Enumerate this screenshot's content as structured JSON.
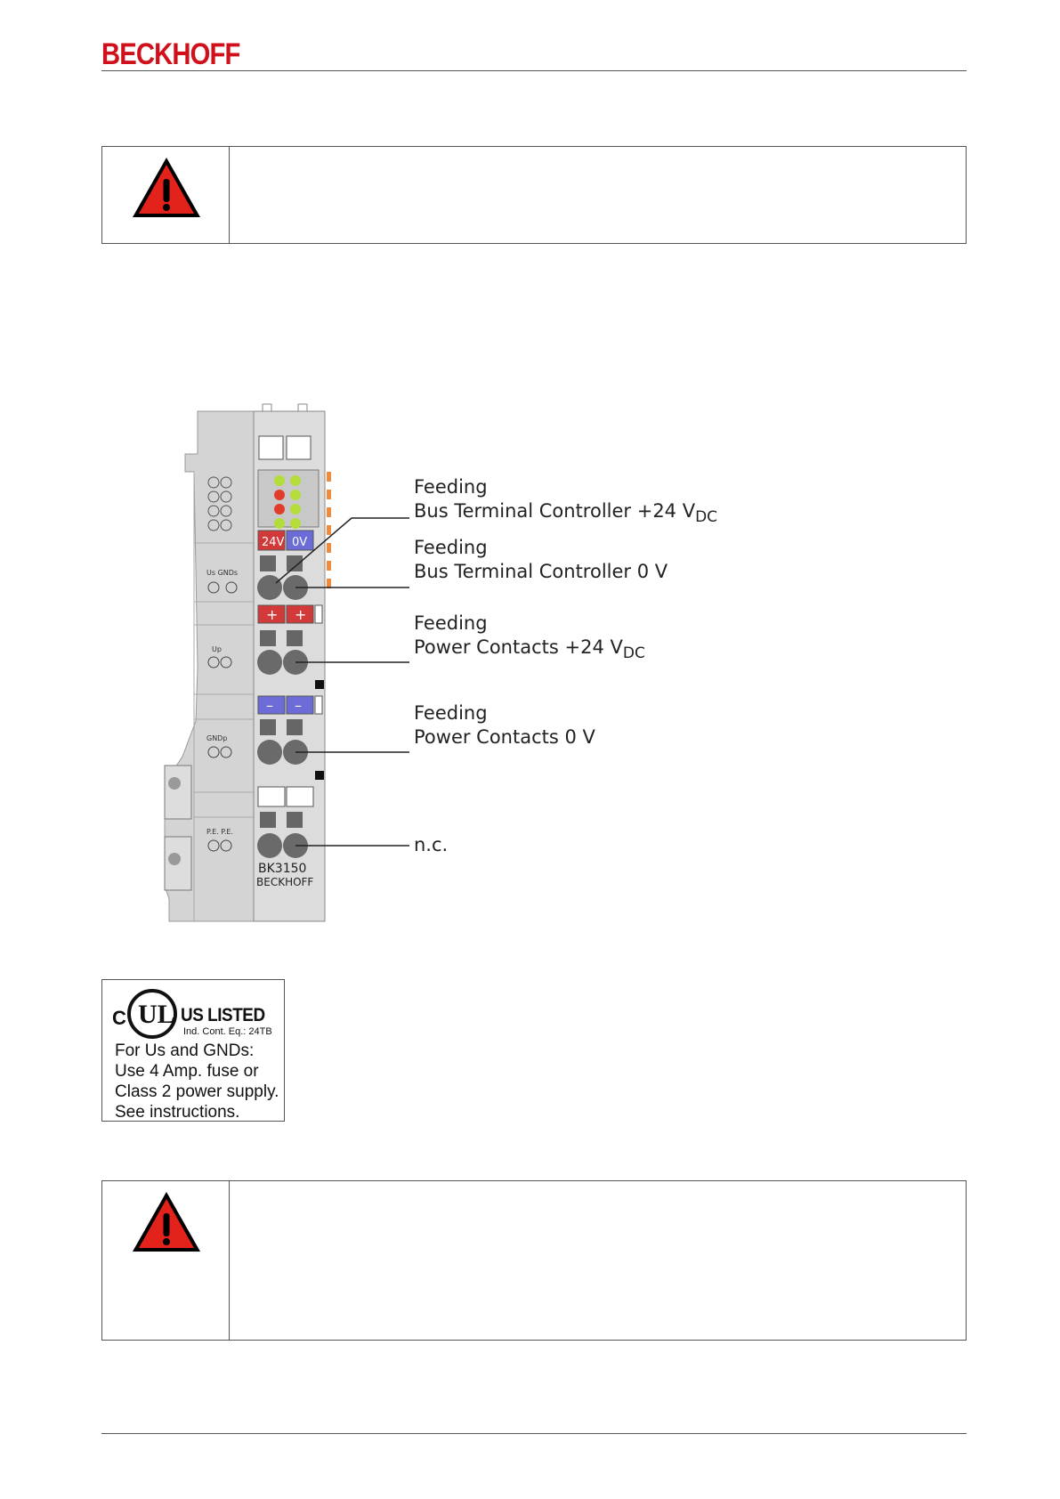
{
  "header": {
    "logo_text": "BECKHOFF"
  },
  "warnings": [
    {
      "icon": "warning-triangle-icon",
      "text": ""
    },
    {
      "icon": "warning-triangle-icon",
      "text": ""
    }
  ],
  "figure": {
    "callouts": [
      {
        "line1": "Feeding",
        "line2": "Bus Terminal Controller +24 V",
        "sub": "DC"
      },
      {
        "line1": "Feeding",
        "line2": "Bus Terminal Controller 0 V",
        "sub": ""
      },
      {
        "line1": "Feeding",
        "line2": "Power Contacts  +24 V",
        "sub": "DC"
      },
      {
        "line1": "Feeding",
        "line2": "Power Contacts  0 V",
        "sub": ""
      },
      {
        "line1": "n.c.",
        "line2": "",
        "sub": ""
      }
    ],
    "terminal_labels": {
      "supply_plus": "24V",
      "supply_zero": "0V",
      "us": "Us",
      "gnds": "GNDs",
      "up": "Up",
      "gndp": "GNDp",
      "pe1": "P.E.",
      "pe2": "P.E.",
      "model": "BK3150",
      "brand": "BECKHOFF",
      "plus": "+",
      "minus": "–"
    },
    "colors": {
      "housing": "#d4d4d4",
      "red": "#d23a3a",
      "blue": "#6c6cd8",
      "led_green": "#b4dc3c",
      "led_red": "#e03c2c",
      "orange": "#f08a3c"
    }
  },
  "ul_label": {
    "c": "C",
    "ul": "UL",
    "listed": "US LISTED",
    "small": "Ind. Cont. Eq.: 24TB",
    "lines": [
      "For Us and GNDs:",
      "Use 4 Amp. fuse or",
      "Class 2 power supply.",
      "See instructions."
    ]
  }
}
